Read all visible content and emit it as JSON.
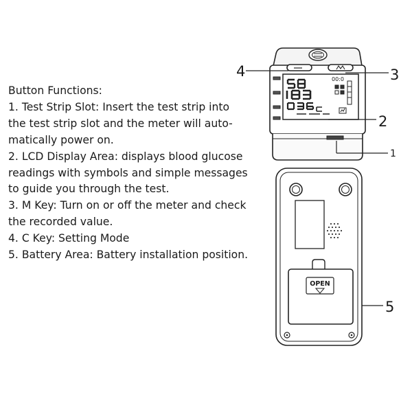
{
  "text": {
    "heading": "Button Functions:",
    "lines": [
      "1. Test Strip Slot: Insert the test strip into",
      "the test strip slot and the meter will auto-",
      "matically power on.",
      "2. LCD Display Area: displays blood glucose",
      "readings with symbols and simple messages",
      "to guide you through the test.",
      "3. M Key: Turn on or off the meter and check",
      "the recorded value.",
      "4. C Key: Setting Mode",
      "5. Battery Area: Battery installation position."
    ]
  },
  "figure": {
    "callouts": {
      "c1": "1",
      "c2": "2",
      "c3": "3",
      "c4": "4",
      "c5": "5"
    },
    "lcd_time": "00:0",
    "battery_label": "OPEN"
  }
}
